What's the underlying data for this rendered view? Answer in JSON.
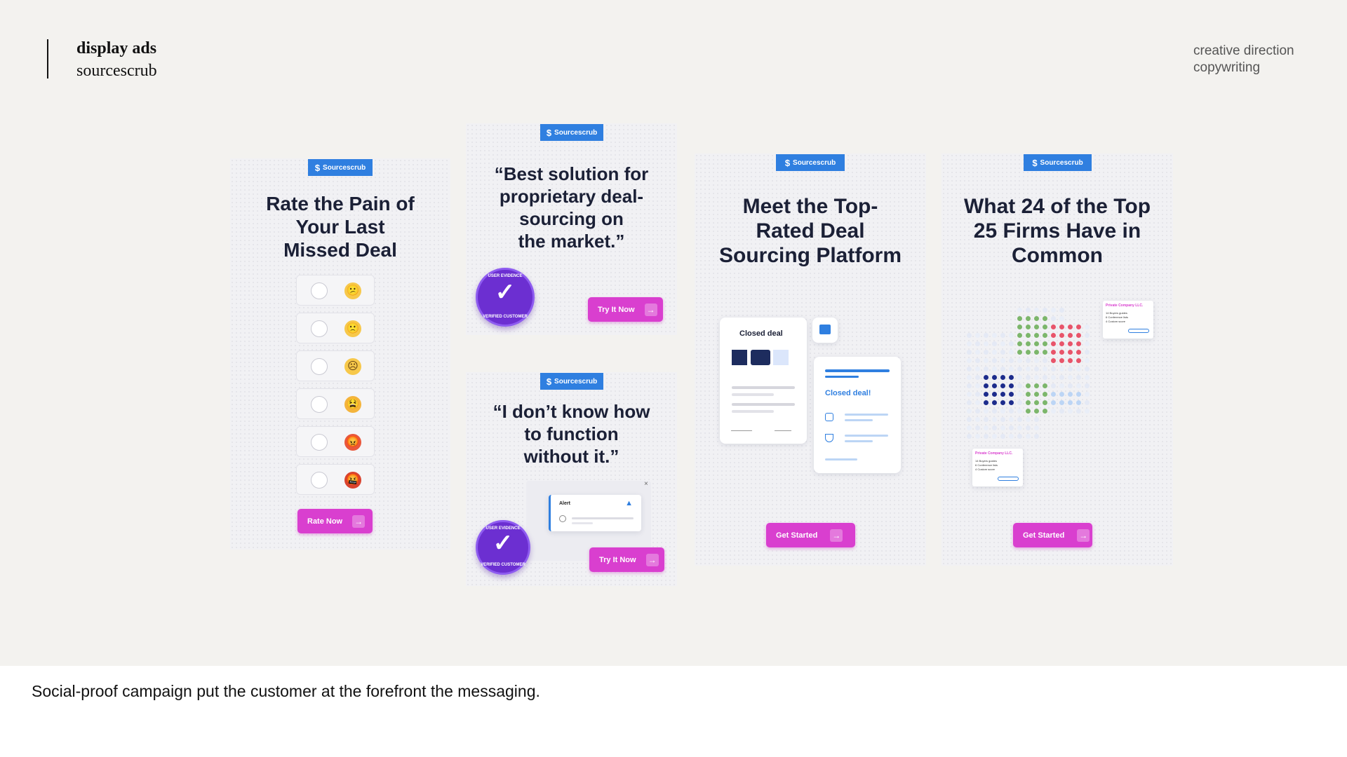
{
  "header": {
    "title": "display ads",
    "subtitle": "sourcescrub",
    "roles": [
      "creative direction",
      "copywriting"
    ]
  },
  "caption": "Social-proof campaign put the customer at the forefront the messaging.",
  "brand": {
    "name": "Sourcescrub",
    "logo_color": "#2f7fe0",
    "cta_color": "#d93fcf",
    "badge_color": "#6c2fd1"
  },
  "ads": {
    "rate": {
      "headline": [
        "Rate the Pain of",
        "Your Last",
        "Missed Deal"
      ],
      "emojis": [
        "😕",
        "🙁",
        "☹",
        "😫",
        "😡",
        "🤬"
      ],
      "cta": "Rate Now"
    },
    "quote1": {
      "headline": [
        "“Best solution for",
        "proprietary deal-",
        "sourcing on",
        "the market.”"
      ],
      "badge_top": "USER EVIDENCE",
      "badge_bottom": "VERIFIED CUSTOMER",
      "cta": "Try It Now"
    },
    "quote2": {
      "headline": [
        "“I don’t know how",
        "to function",
        "without it.”"
      ],
      "alert_label": "Alert",
      "close_glyph": "×",
      "badge_top": "USER EVIDENCE",
      "badge_bottom": "VERIFIED CUSTOMER",
      "cta": "Try It Now"
    },
    "platform": {
      "headline": [
        "Meet the Top-",
        "Rated Deal",
        "Sourcing Platform"
      ],
      "card1_title": "Closed deal",
      "card2_title": "Closed deal!",
      "cta": "Get Started"
    },
    "firms": {
      "headline": [
        "What 24 of the Top",
        "25 Firms Have in",
        "Common"
      ],
      "tag_title": "Private Company LLC.",
      "tag_items": [
        "14  Buyers guides",
        "6  Conference lists",
        "4  Custom score"
      ],
      "cta": "Get Started"
    }
  }
}
